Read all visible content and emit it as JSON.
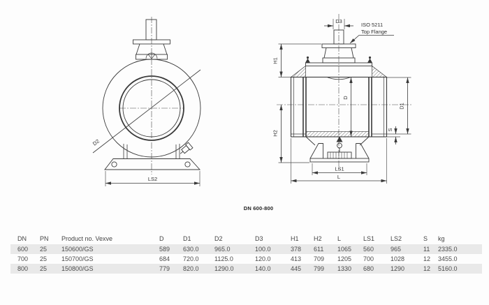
{
  "page": {
    "caption": "DN 600-800"
  },
  "drawing": {
    "front_view": {
      "d2": "D2",
      "ls2": "LS2"
    },
    "side_view": {
      "d3": "D3",
      "iso_line1": "ISO 5211",
      "iso_line2": "Top Flange",
      "h1": "H1",
      "h2": "H2",
      "d": "D",
      "d1": "D1",
      "s": "S",
      "ls1": "LS1",
      "l": "L"
    }
  },
  "table": {
    "columns": [
      "DN",
      "PN",
      "Product no. Vexve",
      "D",
      "D1",
      "D2",
      "D3",
      "H1",
      "H2",
      "L",
      "LS1",
      "LS2",
      "S",
      "kg"
    ],
    "rows": [
      [
        "600",
        "25",
        "150600/GS",
        "589",
        "630.0",
        "965.0",
        "100.0",
        "378",
        "611",
        "1065",
        "560",
        "965",
        "11",
        "2335.0"
      ],
      [
        "700",
        "25",
        "150700/GS",
        "684",
        "720.0",
        "1125.0",
        "120.0",
        "413",
        "709",
        "1205",
        "700",
        "1028",
        "12",
        "3455.0"
      ],
      [
        "800",
        "25",
        "150800/GS",
        "779",
        "820.0",
        "1290.0",
        "140.0",
        "445",
        "799",
        "1330",
        "680",
        "1290",
        "12",
        "5160.0"
      ]
    ]
  },
  "colors": {
    "row_shade": "#e9e9e9",
    "line": "#3a3a3a",
    "text": "#4c4c4c"
  }
}
